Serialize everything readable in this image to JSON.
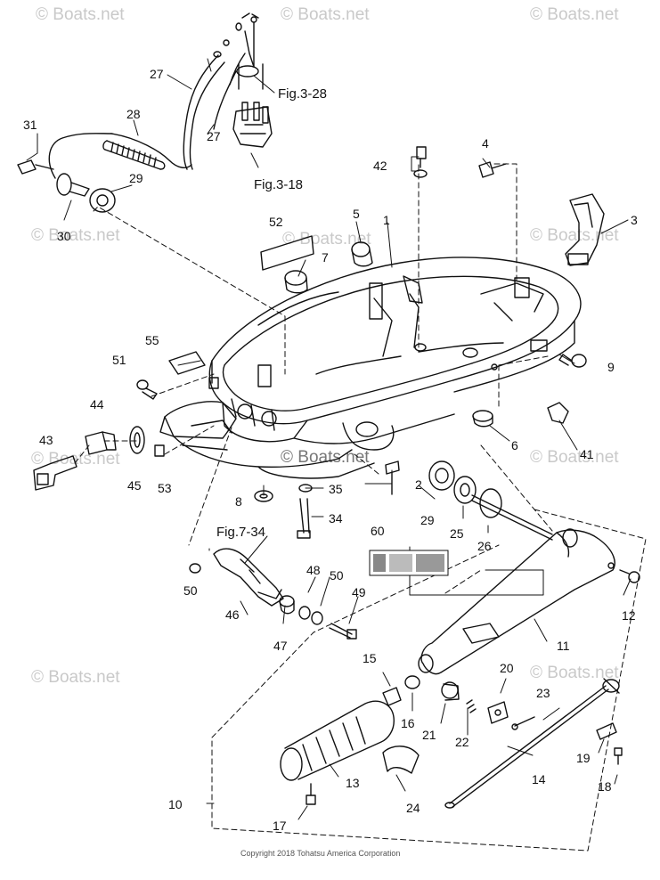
{
  "watermark": "© Boats.net",
  "copyright": "Copyright 2018 Tohatsu America Corporation",
  "references": {
    "fig_3_28": "Fig.3-28",
    "fig_3_18": "Fig.3-18",
    "fig_7_34": "Fig.7-34"
  },
  "callouts": {
    "p1": "1",
    "p2": "2",
    "p3": "3",
    "p4": "4",
    "p5": "5",
    "p6": "6",
    "p7": "7",
    "p8": "8",
    "p9": "9",
    "p10": "10",
    "p11": "11",
    "p12": "12",
    "p13": "13",
    "p14": "14",
    "p15": "15",
    "p16": "16",
    "p17": "17",
    "p18": "18",
    "p19": "19",
    "p20": "20",
    "p21": "21",
    "p22": "22",
    "p23": "23",
    "p24": "24",
    "p25": "25",
    "p26": "26",
    "p27": "27",
    "p28": "28",
    "p29": "29",
    "p30": "30",
    "p31": "31",
    "p34": "34",
    "p35": "35",
    "p41": "41",
    "p42": "42",
    "p43": "43",
    "p44": "44",
    "p45": "45",
    "p46": "46",
    "p47": "47",
    "p48": "48",
    "p49": "49",
    "p50": "50",
    "p51": "51",
    "p52": "52",
    "p53": "53",
    "p55": "55",
    "p60": "60"
  }
}
